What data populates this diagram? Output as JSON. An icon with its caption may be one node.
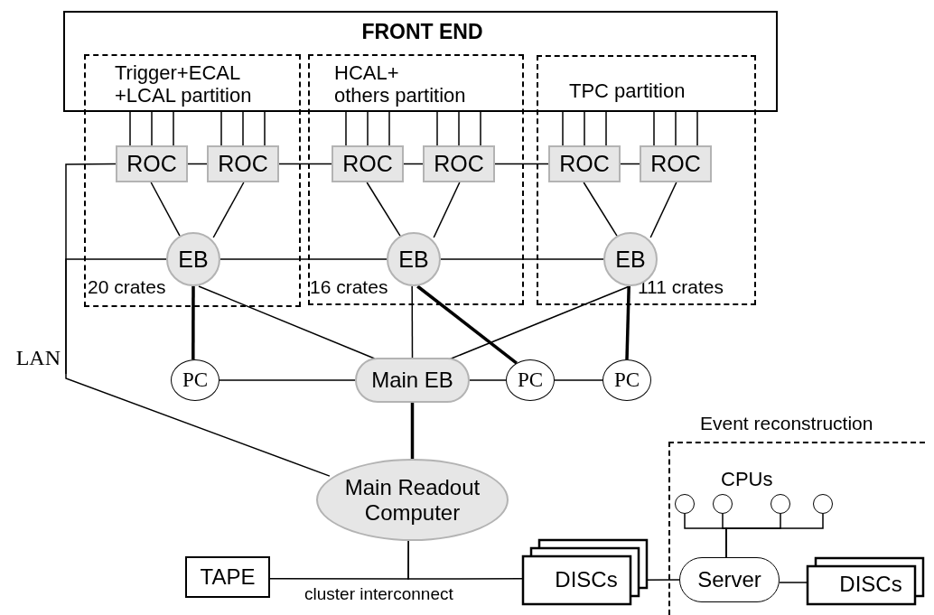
{
  "diagram": {
    "nodes": [
      {
        "text": [
          "FRONT END"
        ]
      },
      {
        "text": [
          "Trigger+ECAL +LCAL partition",
          "20 crates"
        ]
      },
      {
        "text": [
          "HCAL+ others partition",
          "16 crates"
        ]
      },
      {
        "text": [
          "TPC partition",
          "111 crates"
        ]
      },
      {
        "text": [
          "ROC"
        ],
        "in": 1
      },
      {
        "text": [
          "ROC"
        ],
        "in": 1
      },
      {
        "text": [
          "EB"
        ],
        "in": 1
      },
      {
        "text": [
          "ROC"
        ],
        "in": 2
      },
      {
        "text": [
          "ROC"
        ],
        "in": 2
      },
      {
        "text": [
          "EB"
        ],
        "in": 2
      },
      {
        "text": [
          "ROC"
        ],
        "in": 3
      },
      {
        "text": [
          "ROC"
        ],
        "in": 3
      },
      {
        "text": [
          "EB"
        ],
        "in": 3
      },
      {
        "text": [
          "LAN"
        ]
      },
      {
        "text": [
          "PC"
        ]
      },
      {
        "text": [
          "Main EB"
        ]
      },
      {
        "text": [
          "PC"
        ]
      },
      {
        "text": [
          "PC"
        ]
      },
      {
        "text": [
          "Main Readout Computer"
        ]
      },
      {
        "text": [
          "TAPE"
        ]
      },
      {
        "text": [
          "DISCs"
        ]
      },
      {
        "text": [
          "Event reconstruction"
        ]
      },
      {
        "text": [],
        "shape": "circle",
        "in": 21
      },
      {
        "text": [],
        "shape": "circle",
        "in": 21
      },
      {
        "text": [],
        "shape": "circle",
        "in": 21
      },
      {
        "text": [],
        "shape": "circle",
        "in": 21
      },
      {
        "text": [
          "Server"
        ],
        "in": 21
      },
      {
        "text": [
          "DISCs"
        ],
        "in": 21
      }
    ],
    "edges": [
      {
        "from": 0,
        "to": 4,
        "arrow": "none"
      },
      {
        "from": 0,
        "to": 4,
        "arrow": "none"
      },
      {
        "from": 0,
        "to": 4,
        "arrow": "none"
      },
      {
        "from": 0,
        "to": 5,
        "arrow": "none"
      },
      {
        "from": 0,
        "to": 5,
        "arrow": "none"
      },
      {
        "from": 0,
        "to": 5,
        "arrow": "none"
      },
      {
        "from": 0,
        "to": 7,
        "arrow": "none"
      },
      {
        "from": 0,
        "to": 7,
        "arrow": "none"
      },
      {
        "from": 0,
        "to": 7,
        "arrow": "none"
      },
      {
        "from": 0,
        "to": 8,
        "arrow": "none"
      },
      {
        "from": 0,
        "to": 8,
        "arrow": "none"
      },
      {
        "from": 0,
        "to": 8,
        "arrow": "none"
      },
      {
        "from": 0,
        "to": 10,
        "arrow": "none"
      },
      {
        "from": 0,
        "to": 10,
        "arrow": "none"
      },
      {
        "from": 0,
        "to": 10,
        "arrow": "none"
      },
      {
        "from": 0,
        "to": 11,
        "arrow": "none"
      },
      {
        "from": 0,
        "to": 11,
        "arrow": "none"
      },
      {
        "from": 0,
        "to": 11,
        "arrow": "none"
      },
      {
        "from": 13,
        "to": 4,
        "arrow": "none"
      },
      {
        "from": 13,
        "to": 6,
        "arrow": "none"
      },
      {
        "from": 13,
        "to": 18,
        "arrow": "none"
      },
      {
        "from": 4,
        "to": 5,
        "arrow": "none"
      },
      {
        "from": 5,
        "to": 7,
        "arrow": "none"
      },
      {
        "from": 7,
        "to": 8,
        "arrow": "none"
      },
      {
        "from": 8,
        "to": 10,
        "arrow": "none"
      },
      {
        "from": 10,
        "to": 11,
        "arrow": "none"
      },
      {
        "from": 4,
        "to": 6,
        "arrow": "none"
      },
      {
        "from": 5,
        "to": 6,
        "arrow": "none"
      },
      {
        "from": 7,
        "to": 9,
        "arrow": "none"
      },
      {
        "from": 8,
        "to": 9,
        "arrow": "none"
      },
      {
        "from": 10,
        "to": 12,
        "arrow": "none"
      },
      {
        "from": 11,
        "to": 12,
        "arrow": "none"
      },
      {
        "from": 6,
        "to": 9,
        "arrow": "none"
      },
      {
        "from": 9,
        "to": 12,
        "arrow": "none"
      },
      {
        "from": 6,
        "to": 14,
        "arrow": "none",
        "style": "thick"
      },
      {
        "from": 6,
        "to": 15,
        "arrow": "none"
      },
      {
        "from": 9,
        "to": 15,
        "arrow": "none"
      },
      {
        "from": 9,
        "to": 16,
        "arrow": "none",
        "style": "thick"
      },
      {
        "from": 12,
        "to": 15,
        "arrow": "none"
      },
      {
        "from": 12,
        "to": 17,
        "arrow": "none",
        "style": "thick"
      },
      {
        "from": 14,
        "to": 15,
        "arrow": "none"
      },
      {
        "from": 15,
        "to": 16,
        "arrow": "none"
      },
      {
        "from": 16,
        "to": 17,
        "arrow": "none"
      },
      {
        "from": 15,
        "to": 18,
        "arrow": "none",
        "style": "thick"
      },
      {
        "from": 18,
        "to": 19,
        "arrow": "none"
      },
      {
        "from": 18,
        "to": 20,
        "arrow": "none"
      },
      {
        "from": 20,
        "to": 26,
        "arrow": "none"
      },
      {
        "from": 22,
        "to": 26,
        "arrow": "none"
      },
      {
        "from": 23,
        "to": 26,
        "arrow": "none"
      },
      {
        "from": 24,
        "to": 26,
        "arrow": "none"
      },
      {
        "from": 25,
        "to": 26,
        "arrow": "none"
      },
      {
        "from": 26,
        "to": 27,
        "arrow": "none"
      }
    ],
    "labels": [
      "CPUs",
      "cluster interconnect"
    ]
  }
}
